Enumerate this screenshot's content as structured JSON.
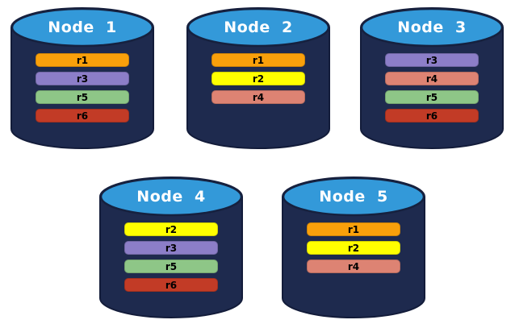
{
  "palette": {
    "background": "#FFFFFF",
    "cylinder_body": "#1E2A4E",
    "cylinder_outline": "#131C3A",
    "cylinder_top": "#3399D9",
    "title_text": "#FFFFFF",
    "bar_text": "#000000"
  },
  "nodes": [
    {
      "title": "Node  1",
      "replicas": [
        {
          "label": "r1",
          "color": "#F9A00B"
        },
        {
          "label": "r3",
          "color": "#8C7EC8"
        },
        {
          "label": "r5",
          "color": "#8EC687"
        },
        {
          "label": "r6",
          "color": "#C23B26"
        }
      ]
    },
    {
      "title": "Node  2",
      "replicas": [
        {
          "label": "r1",
          "color": "#F9A00B"
        },
        {
          "label": "r2",
          "color": "#FFFF00"
        },
        {
          "label": "r4",
          "color": "#DD8373"
        }
      ]
    },
    {
      "title": "Node  3",
      "replicas": [
        {
          "label": "r3",
          "color": "#8C7EC8"
        },
        {
          "label": "r4",
          "color": "#DD8373"
        },
        {
          "label": "r5",
          "color": "#8EC687"
        },
        {
          "label": "r6",
          "color": "#C23B26"
        }
      ]
    },
    {
      "title": "Node  4",
      "replicas": [
        {
          "label": "r2",
          "color": "#FFFF00"
        },
        {
          "label": "r3",
          "color": "#8C7EC8"
        },
        {
          "label": "r5",
          "color": "#8EC687"
        },
        {
          "label": "r6",
          "color": "#C23B26"
        }
      ]
    },
    {
      "title": "Node  5",
      "replicas": [
        {
          "label": "r1",
          "color": "#F9A00B"
        },
        {
          "label": "r2",
          "color": "#FFFF00"
        },
        {
          "label": "r4",
          "color": "#DD8373"
        }
      ]
    }
  ]
}
